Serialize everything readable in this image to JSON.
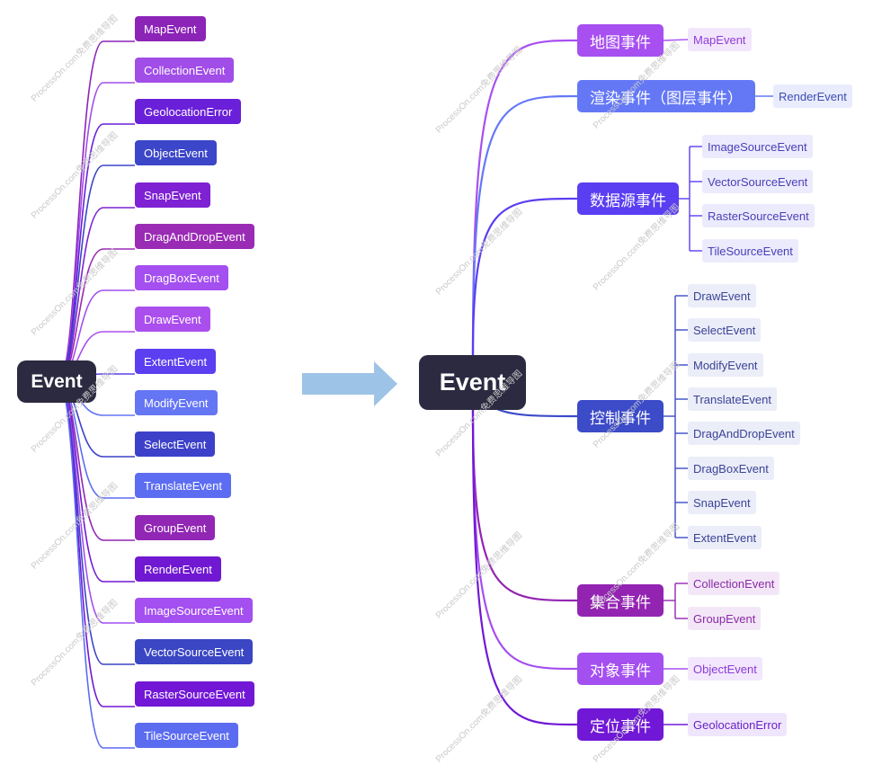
{
  "left": {
    "root_label": "Event",
    "items": [
      "MapEvent",
      "CollectionEvent",
      "GeolocationError",
      "ObjectEvent",
      "SnapEvent",
      "DragAndDropEvent",
      "DragBoxEvent",
      "DrawEvent",
      "ExtentEvent",
      "ModifyEvent",
      "SelectEvent",
      "TranslateEvent",
      "GroupEvent",
      "RenderEvent",
      "ImageSourceEvent",
      "VectorSourceEvent",
      "RasterSourceEvent",
      "TileSourceEvent"
    ],
    "colors": [
      "#8c24b8",
      "#a14de8",
      "#6a1fd8",
      "#3b46c8",
      "#7e22d3",
      "#9a2bb5",
      "#a44ff0",
      "#ab4eee",
      "#5b3ff0",
      "#6476f4",
      "#3d41c9",
      "#5c6df2",
      "#9127b4",
      "#7018d2",
      "#a44ff0",
      "#3b46c4",
      "#7217d6",
      "#5b6cf0"
    ]
  },
  "right": {
    "root_label": "Event",
    "categories": [
      {
        "label": "地图事件",
        "color": "#a74ff0",
        "leaves": [
          "MapEvent"
        ]
      },
      {
        "label": "渲染事件（图层事件）",
        "color": "#6478f6",
        "leaves": [
          "RenderEvent"
        ]
      },
      {
        "label": "数据源事件",
        "color": "#5a3ef2",
        "leaves": [
          "ImageSourceEvent",
          "VectorSourceEvent",
          "RasterSourceEvent",
          "TileSourceEvent"
        ]
      },
      {
        "label": "控制事件",
        "color": "#3c4bc8",
        "leaves": [
          "DrawEvent",
          "SelectEvent",
          "ModifyEvent",
          "TranslateEvent",
          "DragAndDropEvent",
          "DragBoxEvent",
          "SnapEvent",
          "ExtentEvent"
        ]
      },
      {
        "label": "集合事件",
        "color": "#9324b2",
        "leaves": [
          "CollectionEvent",
          "GroupEvent"
        ]
      },
      {
        "label": "对象事件",
        "color": "#a44ff0",
        "leaves": [
          "ObjectEvent"
        ]
      },
      {
        "label": "定位事件",
        "color": "#7018d6",
        "leaves": [
          "GeolocationError"
        ]
      }
    ]
  },
  "arrow_color": "#9dc3e6",
  "watermark": "ProcessOn.com免费思维导图"
}
